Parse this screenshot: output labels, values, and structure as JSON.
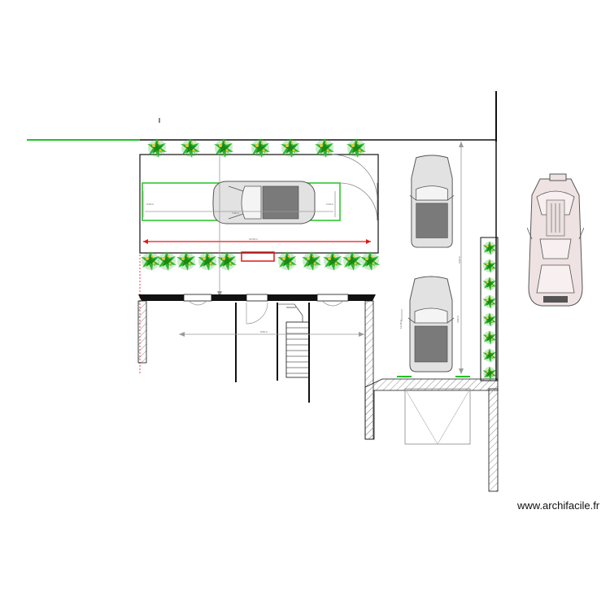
{
  "site": {
    "watermark": "www.archifacile.fr"
  },
  "dimensions": {
    "front_width": "13.50 m",
    "side_left": "3.43 m",
    "side_right": "3.43 m",
    "car_length": "7.00 m",
    "lower_width": "9.50 m",
    "parking_length_1": "6.00 m",
    "parking_length_2": "4.00 m",
    "parking_total": "12.00 m"
  },
  "colors": {
    "hedge": "#2db52d",
    "hedge_dark": "#178a17",
    "flower": "#e8c43a",
    "wall": "#111111",
    "wall_hatch": "#888888",
    "dimension": "#9a9a9a",
    "dimension_red": "#e01818",
    "car_body": "#e2e2e2",
    "car_roof": "#7a7a7a",
    "pink_car": "#efe2e2",
    "lawn_line": "#22c322"
  },
  "icons": {
    "car": "car-icon",
    "shrub": "shrub-icon",
    "door": "door-icon",
    "stairs": "stairs-icon"
  }
}
